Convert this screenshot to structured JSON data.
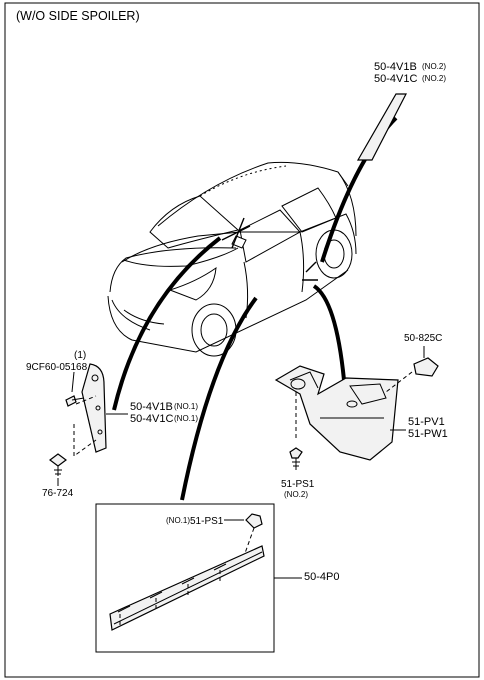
{
  "page": {
    "title": "(W/O SIDE SPOILER)"
  },
  "callouts": {
    "c1_a": "50-4V1B",
    "c1_a_note": "(NO.2)",
    "c1_b": "50-4V1C",
    "c1_b_note": "(NO.2)",
    "c2_a": "50-4V1B",
    "c2_a_note": "(NO.1)",
    "c2_b": "50-4V1C",
    "c2_b_note": "(NO.1)",
    "c3_qty": "(1)",
    "c3": "9CF60-05168",
    "c4": "76-724",
    "c5": "50-825C",
    "c6_a": "51-PV1",
    "c6_b": "51-PW1",
    "c7": "51-PS1",
    "c7_note": "(NO.2)",
    "c8_note": "(NO.1)",
    "c8": "51-PS1",
    "c9": "50-4P0"
  }
}
